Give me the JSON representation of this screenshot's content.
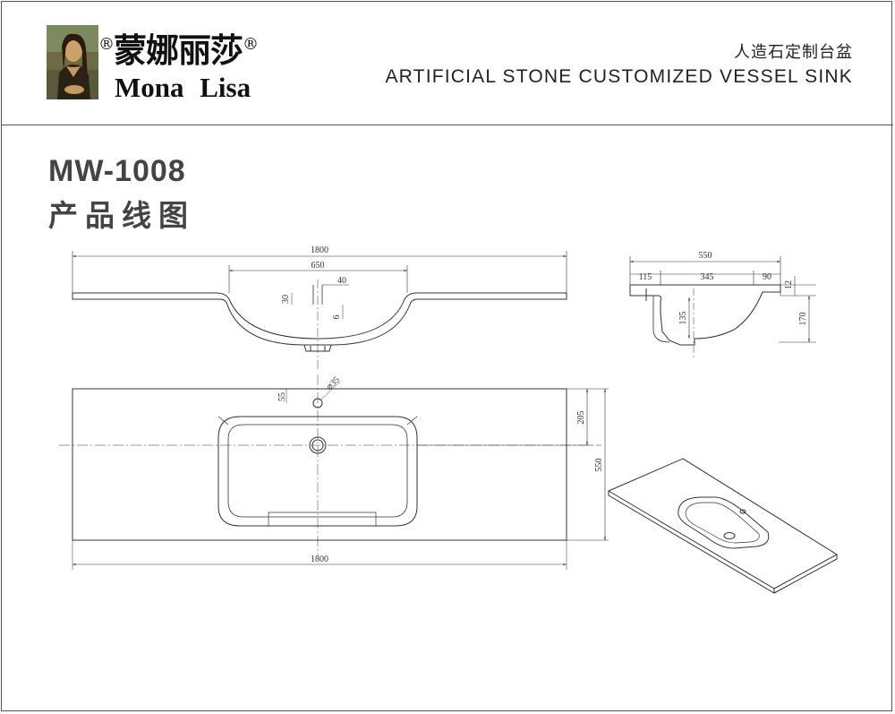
{
  "header": {
    "brand_cn": "蒙娜丽莎",
    "brand_en": "Mona Lisa",
    "registered_mark": "®",
    "subtitle_cn": "人造石定制台盆",
    "subtitle_en": "ARTIFICIAL STONE CUSTOMIZED VESSEL SINK"
  },
  "product": {
    "model": "MW-1008",
    "caption_cn": "产品线图"
  },
  "dimensions": {
    "front": {
      "overall_length": "1800",
      "basin_width": "650",
      "tap_hole_offset": "40",
      "tap_hole_depth": "30",
      "slab_thickness": "6"
    },
    "side": {
      "overall_depth": "550",
      "front_rim": "115",
      "basin_depth": "345",
      "back_rim": "90",
      "slab_thickness": "12",
      "bowl_depth": "135",
      "overall_height": "170"
    },
    "top": {
      "tap_hole_offset": "55",
      "tap_hole_diameter": "⌀35",
      "basin_to_back": "205",
      "overall_depth": "550",
      "overall_length": "1800"
    }
  },
  "colors": {
    "line": "#333333",
    "frame": "#555555",
    "text": "#2f2f2f"
  }
}
